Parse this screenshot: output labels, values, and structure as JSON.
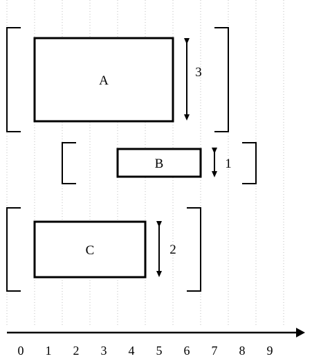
{
  "axis": {
    "ticks": [
      "0",
      "1",
      "2",
      "3",
      "4",
      "5",
      "6",
      "7",
      "8",
      "9"
    ]
  },
  "boxes": [
    {
      "label": "A",
      "start": 1,
      "end": 6,
      "height": 3,
      "height_label": "3"
    },
    {
      "label": "B",
      "start": 4,
      "end": 7,
      "height": 1,
      "height_label": "1"
    },
    {
      "label": "C",
      "start": 1,
      "end": 5,
      "height": 2,
      "height_label": "2"
    }
  ],
  "brackets": [
    {
      "start": 0,
      "end": 8
    },
    {
      "start": 2,
      "end": 9
    },
    {
      "start": 0,
      "end": 7
    }
  ]
}
